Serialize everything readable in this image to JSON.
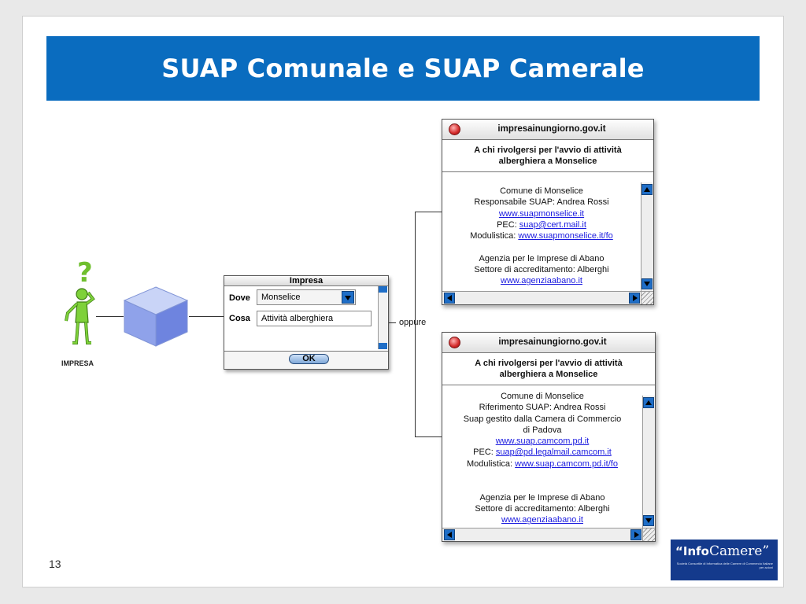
{
  "slide": {
    "title": "SUAP Comunale e SUAP Camerale",
    "page_number": "13"
  },
  "actor": {
    "label": "IMPRESA",
    "question_mark": "?"
  },
  "dialog": {
    "title": "Impresa",
    "dove_label": "Dove",
    "dove_value": "Monselice",
    "cosa_label": "Cosa",
    "cosa_value": "Attività alberghiera",
    "ok_label": "OK"
  },
  "connector_label": "oppure",
  "window_top": {
    "url": "impresainungiorno.gov.it",
    "question": "A chi rivolgersi per l'avvio di attività alberghiera a Monselice",
    "lines": [
      {
        "text": "Comune di Monselice"
      },
      {
        "text": "Responsabile SUAP: Andrea Rossi"
      },
      {
        "link": "www.suapmonselice.it"
      },
      {
        "prefix": "PEC: ",
        "link": "suap@cert.mail.it"
      },
      {
        "prefix": "Modulistica: ",
        "link": "www.suapmonselice.it/fo"
      },
      {
        "text": ""
      },
      {
        "text": "Agenzia per le Imprese di Abano"
      },
      {
        "text": "Settore di accreditamento: Alberghi"
      },
      {
        "link": "www.agenziaabano.it"
      }
    ]
  },
  "window_bottom": {
    "url": "impresainungiorno.gov.it",
    "question": "A chi rivolgersi per l'avvio di attività alberghiera a Monselice",
    "lines": [
      {
        "text": "Comune di Monselice"
      },
      {
        "text": "Riferimento SUAP: Andrea Rossi"
      },
      {
        "text": "Suap gestito dalla Camera di Commercio"
      },
      {
        "text": "di Padova"
      },
      {
        "link": "www.suap.camcom.pd.it"
      },
      {
        "prefix": "PEC: ",
        "link": "suap@pd.legalmail.camcom.it"
      },
      {
        "prefix": "Modulistica: ",
        "link": "www.suap.camcom.pd.it/fo"
      },
      {
        "text": ""
      },
      {
        "text": ""
      },
      {
        "text": "Agenzia per le Imprese di Abano"
      },
      {
        "text": "Settore di accreditamento: Alberghi"
      },
      {
        "link": "www.agenziaabano.it"
      }
    ]
  },
  "logo": {
    "brand_prefix": "“Info",
    "brand_suffix": "Camere”",
    "tagline": "Società Consortile di Informatica delle Camere di Commercio Italiane per azioni"
  },
  "colors": {
    "title_bar": "#0a6cbf",
    "link": "#1a1adf",
    "scroll_button": "#1f6ec7",
    "figure_green": "#7ed13a",
    "logo_bg": "#143a8c"
  }
}
